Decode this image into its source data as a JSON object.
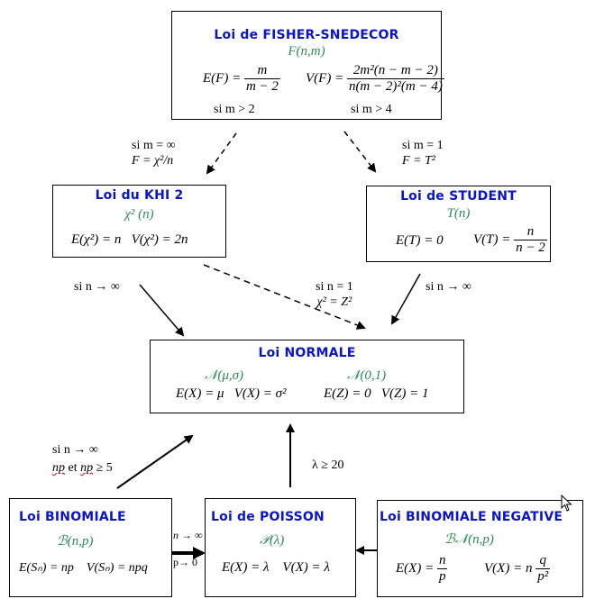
{
  "colors": {
    "title": "#0a14c8",
    "notation": "#2e8b57",
    "border": "#000000"
  },
  "fisher": {
    "title": "Loi de FISHER-SNEDECOR",
    "notation": "F(n,m)",
    "mean_lhs": "E(F) =",
    "mean_num": "m",
    "mean_den": "m − 2",
    "var_lhs": "V(F) =",
    "var_num": "2m²(n − m − 2)",
    "var_den": "n(m − 2)²(m − 4)",
    "mean_cond": "si m > 2",
    "var_cond": "si m > 4"
  },
  "khi2": {
    "title": "Loi du KHI 2",
    "notation": "χ² (n)",
    "formula": "E(χ²) = n   V(χ²) = 2n"
  },
  "student": {
    "title": "Loi de STUDENT",
    "notation": "T(n)",
    "mean": "E(T) = 0",
    "var_lhs": "V(T) =",
    "var_num": "n",
    "var_den": "n − 2"
  },
  "normale": {
    "title": "Loi NORMALE",
    "notation_general": "𝒩(μ,σ)",
    "notation_standard": "𝒩(0,1)",
    "formula_general": "E(X) = μ   V(X) = σ²",
    "formula_standard": "E(Z) = 0   V(Z) = 1"
  },
  "binomiale": {
    "title": "Loi BINOMIALE",
    "notation": "ℬ(n,p)",
    "formula": "E(Sₙ) = np    V(Sₙ) = npq"
  },
  "poisson": {
    "title": "Loi de POISSON",
    "notation": "𝒫(λ)",
    "formula": "E(X) = λ    V(X) = λ"
  },
  "binomiale_negative": {
    "title": "Loi BINOMIALE NEGATIVE",
    "notation": "ℬ𝒩(n,p)",
    "mean_lhs": "E(X) =",
    "mean_num": "n",
    "mean_den": "p",
    "var_lhs": "V(X) = n",
    "var_num": "q",
    "var_den": "p²"
  },
  "edges": {
    "fisher_to_khi2": {
      "line1": "si m = ∞",
      "line2": "F = χ²/n"
    },
    "fisher_to_student": {
      "line1": "si m = 1",
      "line2": "F = T²"
    },
    "khi2_to_normale": {
      "line1": "si n → ∞"
    },
    "khi2_student_to_normale": {
      "line1": "si n = 1",
      "line2": "χ² = Z²"
    },
    "student_to_normale": {
      "line1": "si n → ∞"
    },
    "binomiale_to_normale": {
      "line1": "si n → ∞",
      "line2_a": "np",
      "line2_b": " et ",
      "line2_c": "np",
      "line2_d": " ≥ 5"
    },
    "poisson_to_normale": {
      "line1": "λ ≥ 20"
    },
    "binomiale_to_poisson": {
      "line1": "n → ∞",
      "line2": "p→ 0"
    }
  }
}
